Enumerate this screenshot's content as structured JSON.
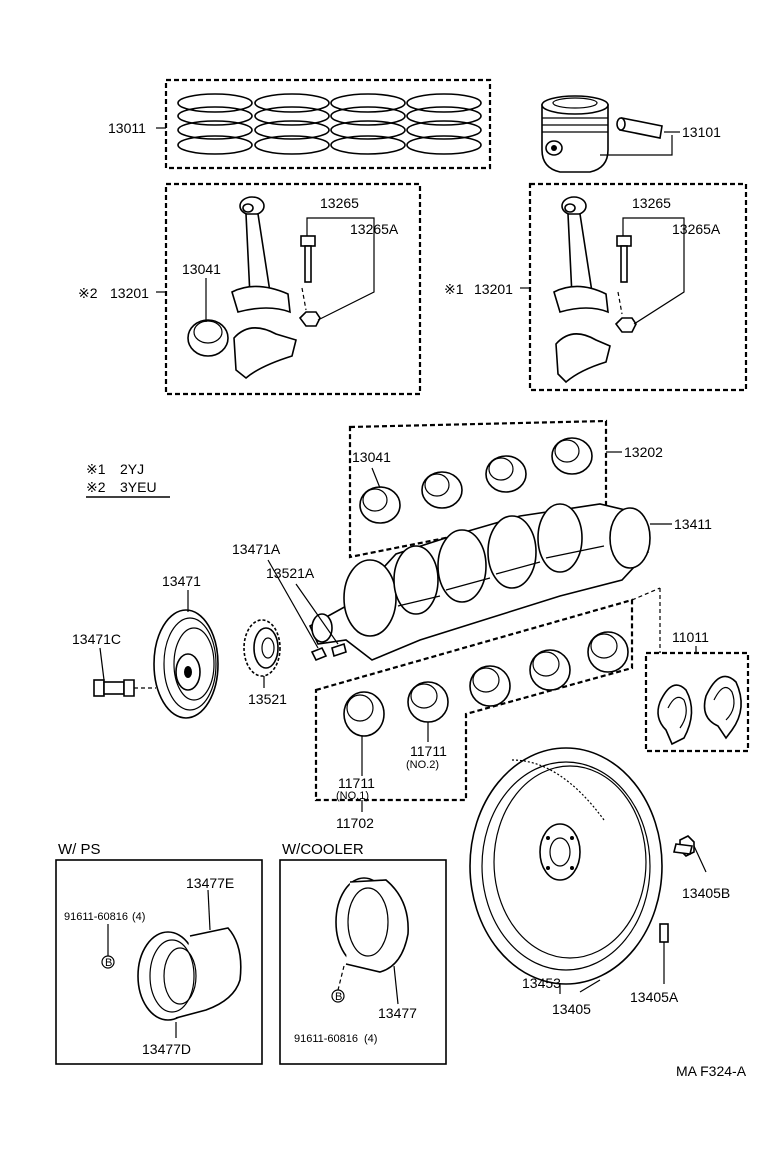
{
  "labels": {
    "p13011": "13011",
    "p13101": "13101",
    "p13265_l": "13265",
    "p13265A_l": "13265A",
    "p13041_l": "13041",
    "p13201_l": "13201",
    "mark_l": "※2",
    "p13265_r": "13265",
    "p13265A_r": "13265A",
    "p13201_r": "13201",
    "mark_r": "※1",
    "p13202": "13202",
    "p13041_m": "13041",
    "p13411": "13411",
    "p13471A": "13471A",
    "p13521A": "13521A",
    "p13471": "13471",
    "p13471C": "13471C",
    "p13521": "13521",
    "p11011": "11011",
    "p11711_2": "11711",
    "no2": "(NO.2)",
    "p11711_1": "11711",
    "no1": "(NO.1)",
    "p11702": "11702",
    "p13405B": "13405B",
    "p13453": "13453",
    "p13405": "13405",
    "p13405A": "13405A",
    "p13477E": "13477E",
    "p13477D": "13477D",
    "p13477": "13477",
    "bolt_ps": "91611-60816",
    "bolt_ps_qty": "(4)",
    "bolt_cooler": "91611-60816",
    "bolt_cooler_qty": "(4)",
    "b_mark": "B",
    "code": "MA F324-A"
  },
  "legend": {
    "mark1": "※1",
    "engine1": "2YJ",
    "mark2": "※2",
    "engine2": "3YEU"
  },
  "insets": {
    "ps_title": "W/ PS",
    "cooler_title": "W/COOLER"
  }
}
